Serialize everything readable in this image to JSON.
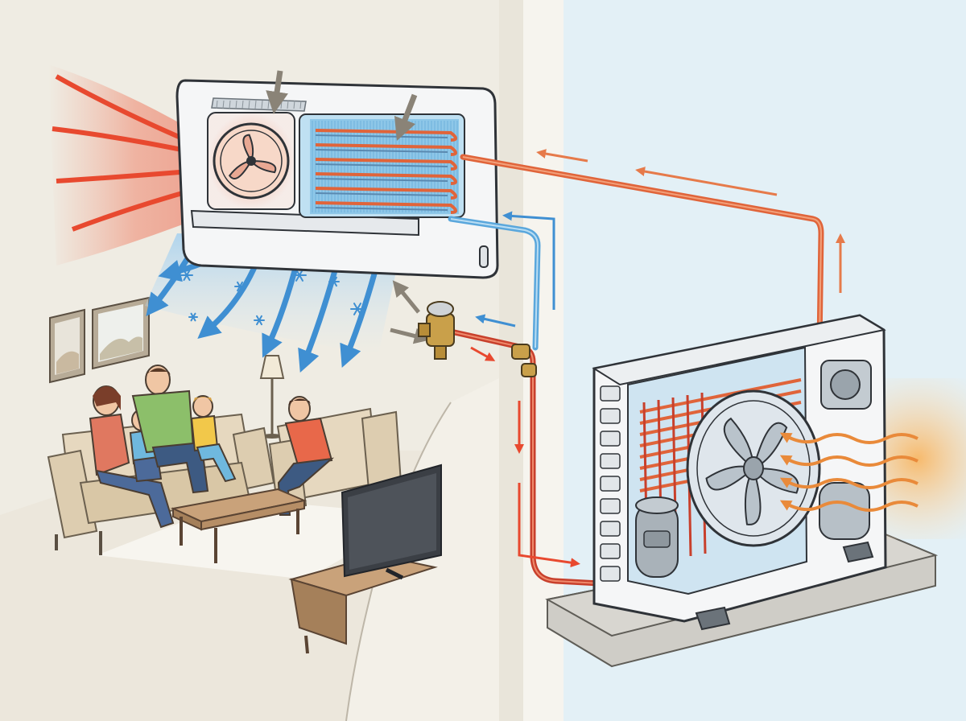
{
  "diagram": {
    "colors": {
      "indoor_wall": "#efece3",
      "outdoor_bg": "#e3f0f6",
      "wall_section": "#f4f2ec",
      "floor": "#ece7dc",
      "hot_air": "#e8492f",
      "cold_air": "#3f8fd2",
      "hot_pipe": "#e0643a",
      "liquid_pipe": "#c8402c",
      "cold_pipe": "#5aa7dc",
      "coil_blue": "#8ec7e8",
      "unit_white": "#f5f6f7",
      "brass": "#c9a04a",
      "heat_glow": "#f6b46a",
      "sofa": "#e6d8bf",
      "concrete": "#c9c8c3"
    },
    "components": [
      {
        "id": "indoor-unit",
        "icon": "split-ac-indoor-unit"
      },
      {
        "id": "indoor-fan",
        "icon": "fan-icon"
      },
      {
        "id": "evaporator-coil",
        "icon": "coil-icon"
      },
      {
        "id": "air-filter",
        "icon": "filter-icon"
      },
      {
        "id": "expansion-valve",
        "icon": "valve-icon"
      },
      {
        "id": "outdoor-unit",
        "icon": "condenser-unit"
      },
      {
        "id": "outdoor-fan",
        "icon": "fan-icon"
      },
      {
        "id": "condenser-coil",
        "icon": "coil-icon"
      },
      {
        "id": "compressor",
        "icon": "compressor-icon"
      },
      {
        "id": "refrigerant-lines",
        "icon": "pipe-icon"
      }
    ],
    "scene": {
      "people_count": 5,
      "snowflake_count": 8,
      "cold_air_arrow_count": 6,
      "warm_air_arrow_count": 4,
      "heat_wave_count": 4
    }
  }
}
